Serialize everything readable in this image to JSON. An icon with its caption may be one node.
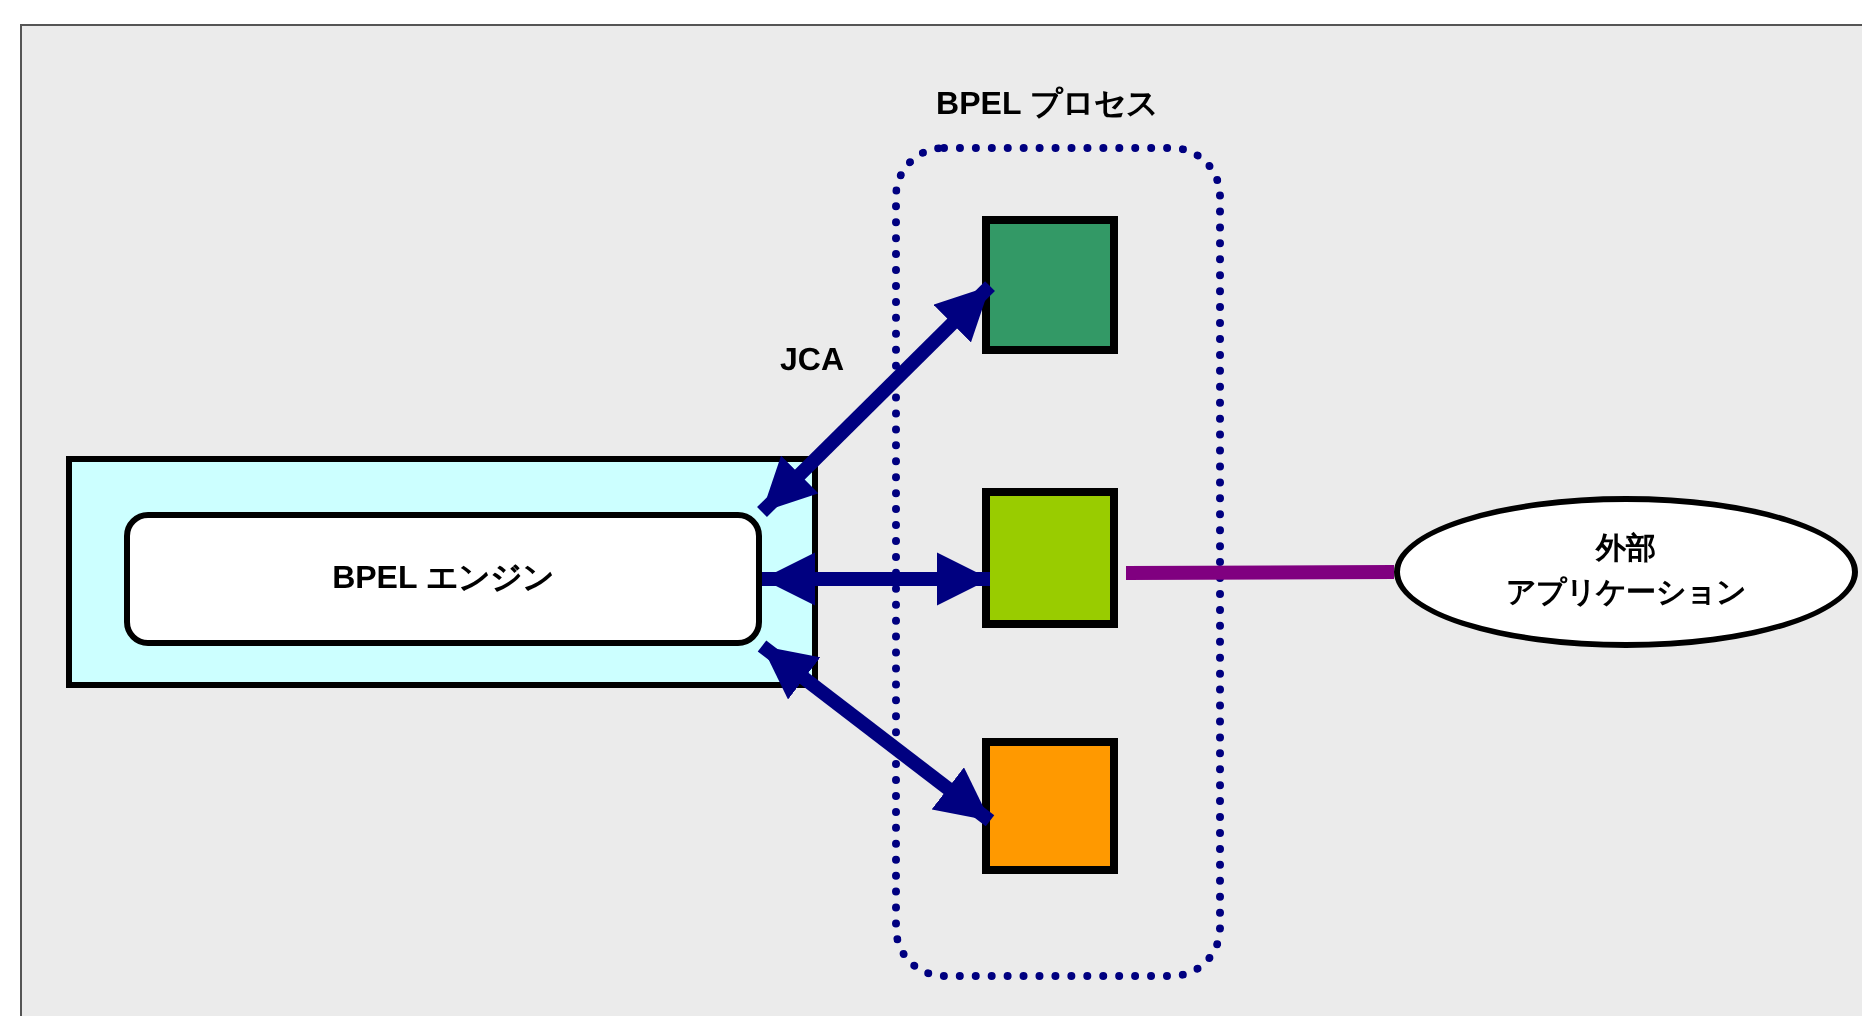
{
  "diagram": {
    "nodes": [
      {
        "text": [],
        "shape": "box"
      },
      {
        "text": [
          "BPEL エンジン"
        ],
        "in": 0
      },
      {
        "text": [
          "BPEL プロセス"
        ]
      },
      {
        "text": [],
        "shape": "box",
        "in": 2
      },
      {
        "text": [],
        "shape": "box",
        "in": 2
      },
      {
        "text": [],
        "shape": "box",
        "in": 2
      },
      {
        "text": [
          "外部",
          "アプリケーション"
        ]
      }
    ],
    "edges": [
      {
        "from": 1,
        "to": 3,
        "arrow": "both",
        "label": "JCA"
      },
      {
        "from": 1,
        "to": 4,
        "arrow": "both"
      },
      {
        "from": 1,
        "to": 5,
        "arrow": "both"
      },
      {
        "from": 4,
        "to": 6,
        "arrow": "none",
        "color": "#800080"
      }
    ]
  }
}
